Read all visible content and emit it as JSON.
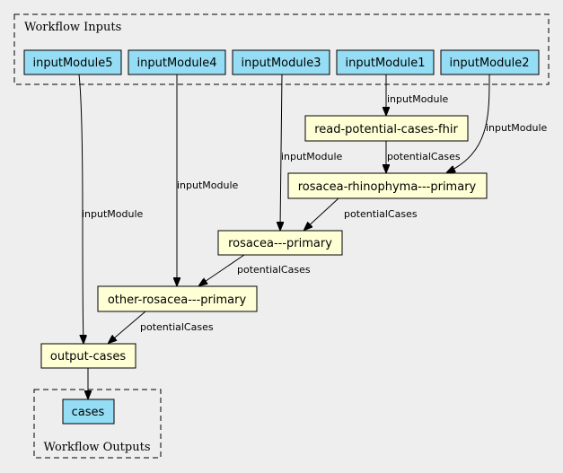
{
  "clusters": {
    "inputs_label": "Workflow Inputs",
    "outputs_label": "Workflow Outputs"
  },
  "inputs": [
    {
      "id": "in5",
      "label": "inputModule5"
    },
    {
      "id": "in4",
      "label": "inputModule4"
    },
    {
      "id": "in3",
      "label": "inputModule3"
    },
    {
      "id": "in1",
      "label": "inputModule1"
    },
    {
      "id": "in2",
      "label": "inputModule2"
    }
  ],
  "steps": [
    {
      "id": "read",
      "label": "read-potential-cases-fhir"
    },
    {
      "id": "rhino",
      "label": "rosacea-rhinophyma---primary"
    },
    {
      "id": "rosacea",
      "label": "rosacea---primary"
    },
    {
      "id": "other",
      "label": "other-rosacea---primary"
    },
    {
      "id": "out",
      "label": "output-cases"
    }
  ],
  "outputs": [
    {
      "id": "cases",
      "label": "cases"
    }
  ],
  "edges": [
    {
      "id": "e-in1-read",
      "label": "inputModule"
    },
    {
      "id": "e-in2-rhino",
      "label": "inputModule"
    },
    {
      "id": "e-read-rhino",
      "label": "potentialCases"
    },
    {
      "id": "e-in3-rosacea",
      "label": "inputModule"
    },
    {
      "id": "e-rhino-rosacea",
      "label": "potentialCases"
    },
    {
      "id": "e-in4-other",
      "label": "inputModule"
    },
    {
      "id": "e-rosacea-other",
      "label": "potentialCases"
    },
    {
      "id": "e-in5-out",
      "label": "inputModule"
    },
    {
      "id": "e-other-out",
      "label": "potentialCases"
    },
    {
      "id": "e-out-cases",
      "label": ""
    }
  ]
}
